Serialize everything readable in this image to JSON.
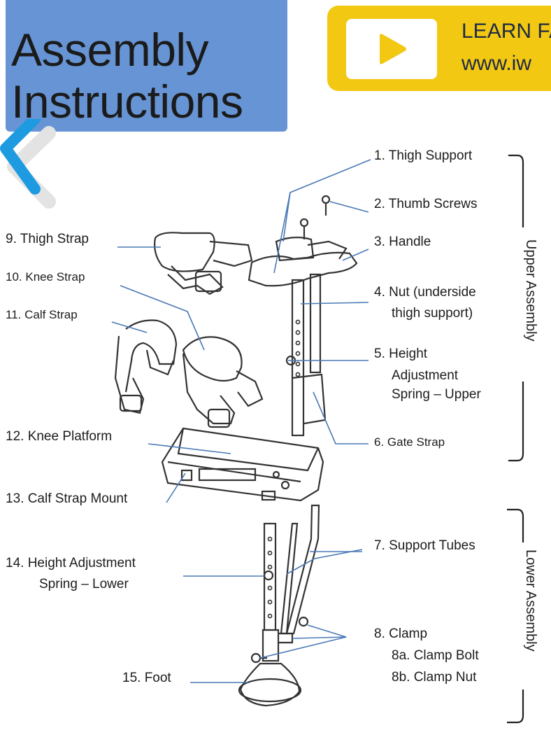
{
  "header": {
    "title_line1": "Assembly",
    "title_line2": "Instructions",
    "learn_line1": "LEARN FA",
    "learn_line2": "www.iw"
  },
  "colors": {
    "title_bg": "#6694d4",
    "banner_bg": "#f2c812",
    "play_icon": "#f2c812",
    "leader_line": "#4a79b5",
    "chevron": "#1e9be0"
  },
  "icons": [
    "back-chevron-icon",
    "play-icon"
  ],
  "labels": {
    "l1": "1. Thigh Support",
    "l2": "2. Thumb Screws",
    "l3": "3. Handle",
    "l4a": "4. Nut  (underside",
    "l4b": "thigh support)",
    "l5a": "5. Height",
    "l5b": "Adjustment",
    "l5c": "Spring – Upper",
    "l6": "6. Gate Strap",
    "l7": "7. Support Tubes",
    "l8": "8. Clamp",
    "l8a": "8a. Clamp Bolt",
    "l8b": "8b. Clamp Nut",
    "l9": "9. Thigh Strap",
    "l10": "10. Knee Strap",
    "l11": "11. Calf Strap",
    "l12": "12. Knee Platform",
    "l13": "13. Calf Strap Mount",
    "l14a": "14. Height Adjustment",
    "l14b": "Spring – Lower",
    "l15": "15. Foot"
  },
  "sections": {
    "upper": "Upper Assembly",
    "lower": "Lower Assembly"
  }
}
